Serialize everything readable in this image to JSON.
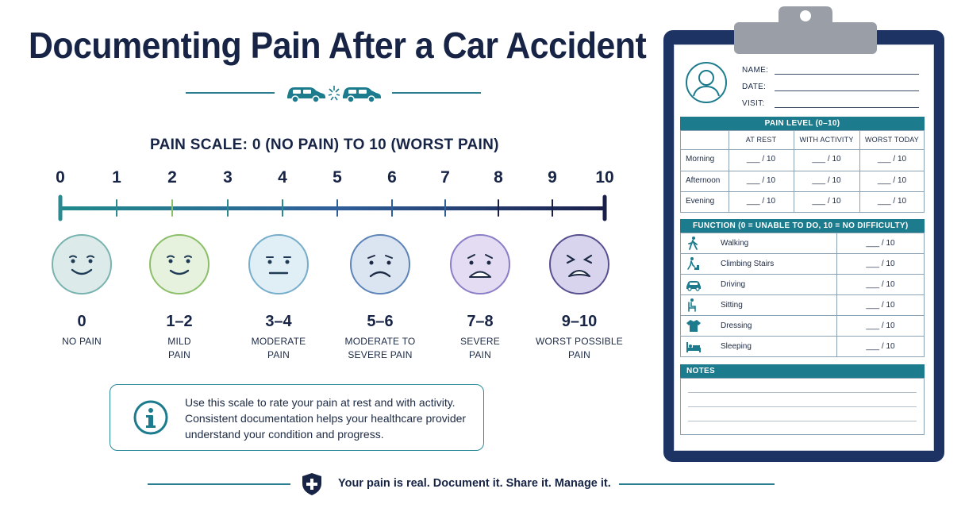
{
  "title": "Documenting Pain After a Car Accident",
  "scale_heading": "PAIN SCALE: 0 (NO PAIN) TO 10 (WORST PAIN)",
  "scale_ticks": [
    "0",
    "1",
    "2",
    "3",
    "4",
    "5",
    "6",
    "7",
    "8",
    "9",
    "10"
  ],
  "levels": [
    {
      "range": "0",
      "desc": "NO PAIN",
      "color": "#dcebe9",
      "stroke": "#79b3b0",
      "mood": "happy"
    },
    {
      "range": "1–2",
      "desc": "MILD\nPAIN",
      "color": "#e6f1de",
      "stroke": "#8cbf6a",
      "mood": "content"
    },
    {
      "range": "3–4",
      "desc": "MODERATE\nPAIN",
      "color": "#e0eef5",
      "stroke": "#77aecb",
      "mood": "neutral"
    },
    {
      "range": "5–6",
      "desc": "MODERATE TO\nSEVERE PAIN",
      "color": "#dbe5f2",
      "stroke": "#5d84b8",
      "mood": "worried"
    },
    {
      "range": "7–8",
      "desc": "SEVERE\nPAIN",
      "color": "#e3dcf2",
      "stroke": "#8c7ec7",
      "mood": "upset"
    },
    {
      "range": "9–10",
      "desc": "WORST POSSIBLE\nPAIN",
      "color": "#d9d4ee",
      "stroke": "#56508f",
      "mood": "crying"
    }
  ],
  "info_text": "Use this scale to rate your pain at rest and with activity. Consistent documentation helps your healthcare provider understand your condition and progress.",
  "footer_text": "Your pain is real. Document it. Share it. Manage it.",
  "form": {
    "name_label": "NAME:",
    "date_label": "DATE:",
    "visit_label": "VISIT:",
    "pain_header": "PAIN LEVEL (0–10)",
    "pain_columns": [
      "AT REST",
      "WITH ACTIVITY",
      "WORST TODAY"
    ],
    "pain_rows": [
      "Morning",
      "Afternoon",
      "Evening"
    ],
    "blank_entry": "___ / 10",
    "function_header": "FUNCTION (0 = UNABLE TO DO, 10 = NO DIFFICULTY)",
    "function_rows": [
      {
        "label": "Walking",
        "icon": "walking-icon"
      },
      {
        "label": "Climbing Stairs",
        "icon": "stairs-icon"
      },
      {
        "label": "Driving",
        "icon": "car-icon"
      },
      {
        "label": "Sitting",
        "icon": "chair-icon"
      },
      {
        "label": "Dressing",
        "icon": "shirt-icon"
      },
      {
        "label": "Sleeping",
        "icon": "bed-icon"
      }
    ],
    "notes_header": "NOTES"
  },
  "colors": {
    "navy": "#172446",
    "teal": "#1c7b8c",
    "board": "#1d3363"
  }
}
